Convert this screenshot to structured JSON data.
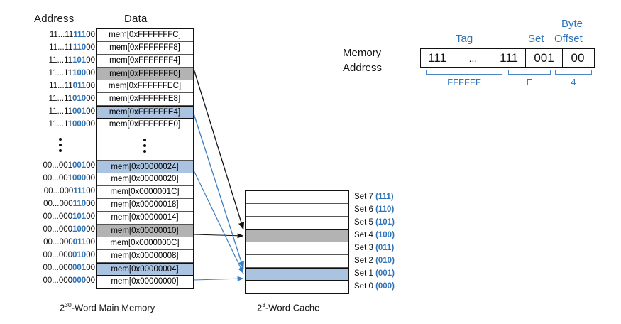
{
  "headers": {
    "address": "Address",
    "data": "Data"
  },
  "captions": {
    "main_memory_pre": "2",
    "main_memory_sup": "30",
    "main_memory_post": "-Word Main Memory",
    "cache_pre": "2",
    "cache_sup": "3",
    "cache_post": "-Word Cache"
  },
  "colors": {
    "accent_blue": "#2f74b8",
    "highlight_gray": "#b3b3b3",
    "highlight_blue": "#a9c3e0",
    "bracket_blue": "#4a86c5"
  },
  "memory_upper": [
    {
      "addr_prefix": "11...11",
      "addr_set": "111",
      "addr_offset": "00",
      "data": "mem[0xFFFFFFFC]",
      "highlight": "none"
    },
    {
      "addr_prefix": "11...11",
      "addr_set": "110",
      "addr_offset": "00",
      "data": "mem[0xFFFFFFF8]",
      "highlight": "none"
    },
    {
      "addr_prefix": "11...11",
      "addr_set": "101",
      "addr_offset": "00",
      "data": "mem[0xFFFFFFF4]",
      "highlight": "none"
    },
    {
      "addr_prefix": "11...11",
      "addr_set": "100",
      "addr_offset": "00",
      "data": "mem[0xFFFFFFF0]",
      "highlight": "gray"
    },
    {
      "addr_prefix": "11...11",
      "addr_set": "011",
      "addr_offset": "00",
      "data": "mem[0xFFFFFFEC]",
      "highlight": "none"
    },
    {
      "addr_prefix": "11...11",
      "addr_set": "010",
      "addr_offset": "00",
      "data": "mem[0xFFFFFFE8]",
      "highlight": "none"
    },
    {
      "addr_prefix": "11...11",
      "addr_set": "001",
      "addr_offset": "00",
      "data": "mem[0xFFFFFFE4]",
      "highlight": "blue"
    },
    {
      "addr_prefix": "11...11",
      "addr_set": "000",
      "addr_offset": "00",
      "data": "mem[0xFFFFFFE0]",
      "highlight": "none"
    }
  ],
  "memory_lower": [
    {
      "addr_prefix": "00...001",
      "addr_set": "001",
      "addr_offset": "00",
      "data": "mem[0x00000024]",
      "highlight": "blue"
    },
    {
      "addr_prefix": "00...001",
      "addr_set": "000",
      "addr_offset": "00",
      "data": "mem[0x00000020]",
      "highlight": "none"
    },
    {
      "addr_prefix": "00...000",
      "addr_set": "111",
      "addr_offset": "00",
      "data": "mem[0x0000001C]",
      "highlight": "none"
    },
    {
      "addr_prefix": "00...000",
      "addr_set": "110",
      "addr_offset": "00",
      "data": "mem[0x00000018]",
      "highlight": "none"
    },
    {
      "addr_prefix": "00...000",
      "addr_set": "101",
      "addr_offset": "00",
      "data": "mem[0x00000014]",
      "highlight": "none"
    },
    {
      "addr_prefix": "00...000",
      "addr_set": "100",
      "addr_offset": "00",
      "data": "mem[0x00000010]",
      "highlight": "gray"
    },
    {
      "addr_prefix": "00...000",
      "addr_set": "011",
      "addr_offset": "00",
      "data": "mem[0x0000000C]",
      "highlight": "none"
    },
    {
      "addr_prefix": "00...000",
      "addr_set": "010",
      "addr_offset": "00",
      "data": "mem[0x00000008]",
      "highlight": "none"
    },
    {
      "addr_prefix": "00...000",
      "addr_set": "001",
      "addr_offset": "00",
      "data": "mem[0x00000004]",
      "highlight": "blue"
    },
    {
      "addr_prefix": "00...000",
      "addr_set": "000",
      "addr_offset": "00",
      "data": "mem[0x00000000]",
      "highlight": "none"
    }
  ],
  "cache_sets": [
    {
      "name": "Set 7",
      "binary": "(111)",
      "highlight": "none"
    },
    {
      "name": "Set 6",
      "binary": "(110)",
      "highlight": "none"
    },
    {
      "name": "Set 5",
      "binary": "(101)",
      "highlight": "none"
    },
    {
      "name": "Set 4",
      "binary": "(100)",
      "highlight": "gray"
    },
    {
      "name": "Set 3",
      "binary": "(011)",
      "highlight": "none"
    },
    {
      "name": "Set 2",
      "binary": "(010)",
      "highlight": "none"
    },
    {
      "name": "Set 1",
      "binary": "(001)",
      "highlight": "blue"
    },
    {
      "name": "Set 0",
      "binary": "(000)",
      "highlight": "none"
    }
  ],
  "address_breakdown": {
    "memory_label_line1": "Memory",
    "memory_label_line2": "Address",
    "tag_caption": "Tag",
    "set_caption": "Set",
    "byte_caption": "Byte",
    "offset_caption": "Offset",
    "tag_left_bits": "111",
    "tag_dots": "...",
    "tag_right_bits": "111",
    "set_bits": "001",
    "offset_bits": "00",
    "tag_hex": "FFFFFF",
    "set_hex": "E",
    "offset_hex": "4"
  }
}
